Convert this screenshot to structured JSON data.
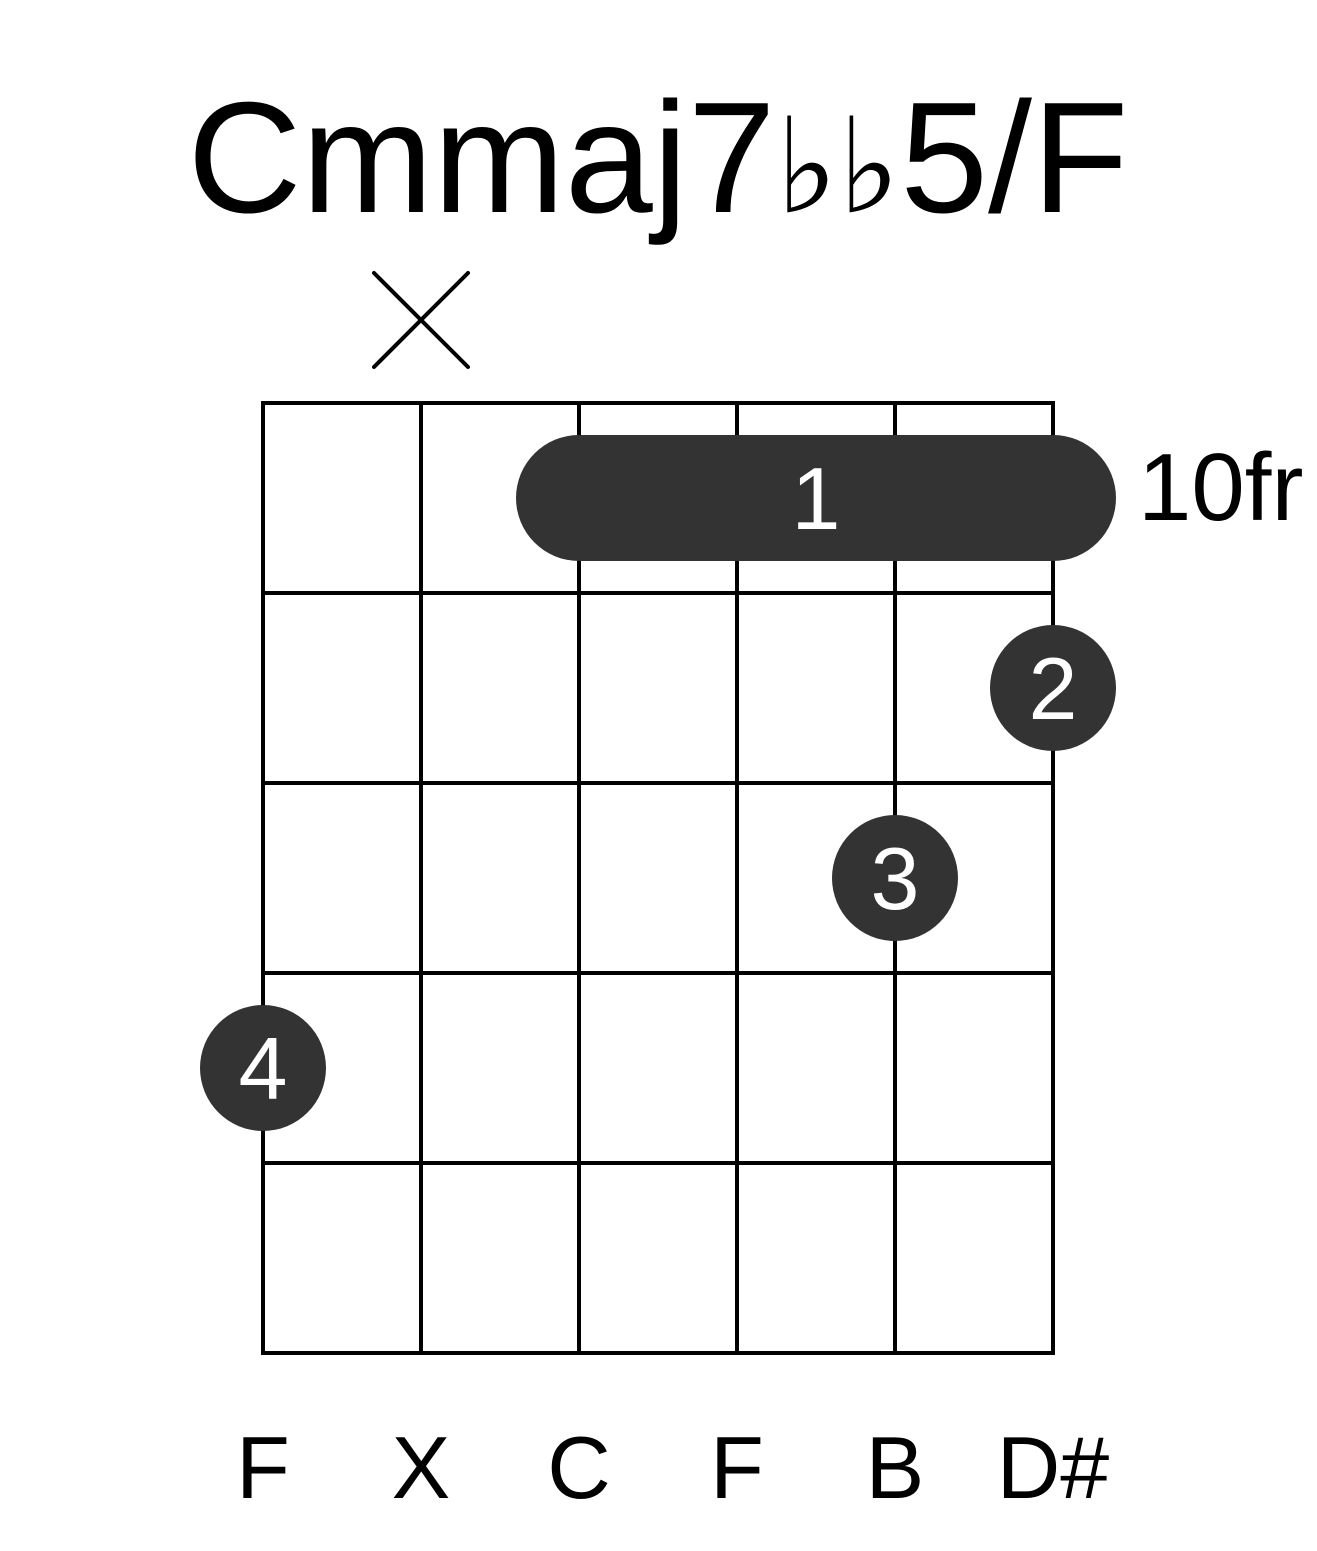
{
  "chord": {
    "name_prefix": "Cmmaj7",
    "flats": "♭♭",
    "name_suffix": "5/F"
  },
  "fret_position_label": "10fr",
  "colors": {
    "grid": "#000000",
    "marker": "#333333",
    "marker_text": "#ffffff",
    "mute": "#000000"
  },
  "strings": [
    {
      "note": "F",
      "state": "fretted"
    },
    {
      "note": "X",
      "state": "muted",
      "mute_icon": "x-mark-icon"
    },
    {
      "note": "C",
      "state": "fretted"
    },
    {
      "note": "F",
      "state": "fretted"
    },
    {
      "note": "B",
      "state": "fretted"
    },
    {
      "note": "D#",
      "state": "fretted"
    }
  ],
  "barre": {
    "finger": "1",
    "fret": 1,
    "from_string": 3,
    "to_string": 6
  },
  "fingers": [
    {
      "finger": "2",
      "string": 6,
      "fret": 2
    },
    {
      "finger": "3",
      "string": 5,
      "fret": 3
    },
    {
      "finger": "4",
      "string": 1,
      "fret": 4
    }
  ],
  "frets_shown": 5
}
